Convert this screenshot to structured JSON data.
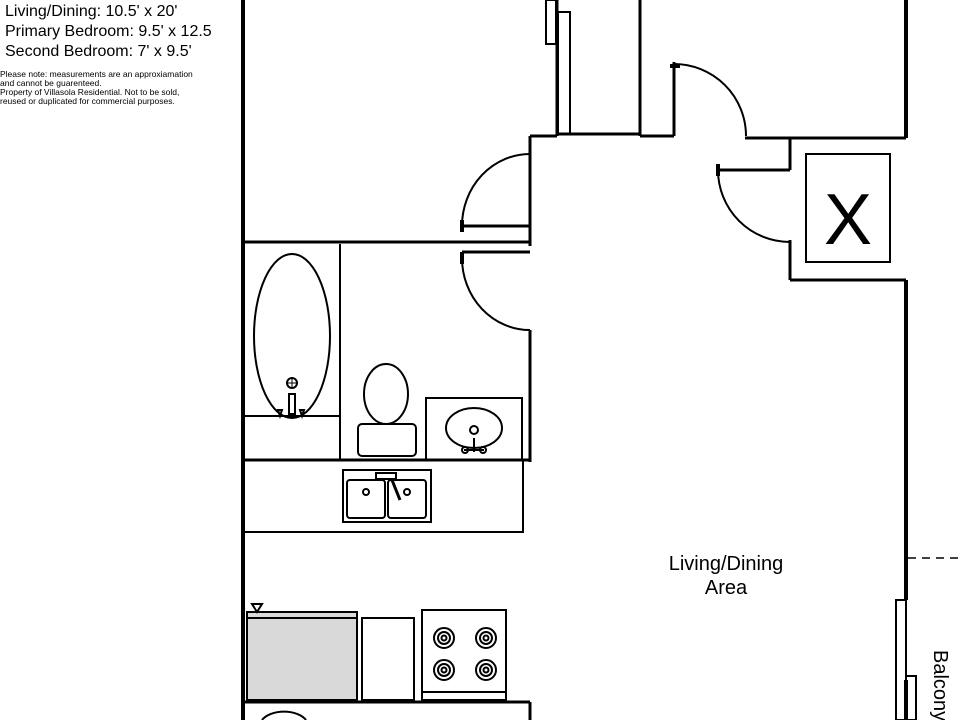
{
  "dimensions": {
    "living_dining": "Living/Dining: 10.5' x 20'",
    "primary_bedroom": "Primary Bedroom: 9.5' x 12.5",
    "second_bedroom": "Second Bedroom: 7' x 9.5'"
  },
  "note": {
    "line1": "Please note: measurements are an approxiamation",
    "line2": "and cannot be guarenteed.",
    "line3": "Property of Villasola Residential. Not to be sold,",
    "line4": "reused or duplicated for commercial purposes."
  },
  "rooms": {
    "living_line1": "Living/Dining",
    "living_line2": "Area",
    "balcony": "Balcony"
  },
  "closet_mark": "X",
  "colors": {
    "wall": "#000000",
    "fridge_fill": "#d9d9d9",
    "background": "#ffffff"
  }
}
